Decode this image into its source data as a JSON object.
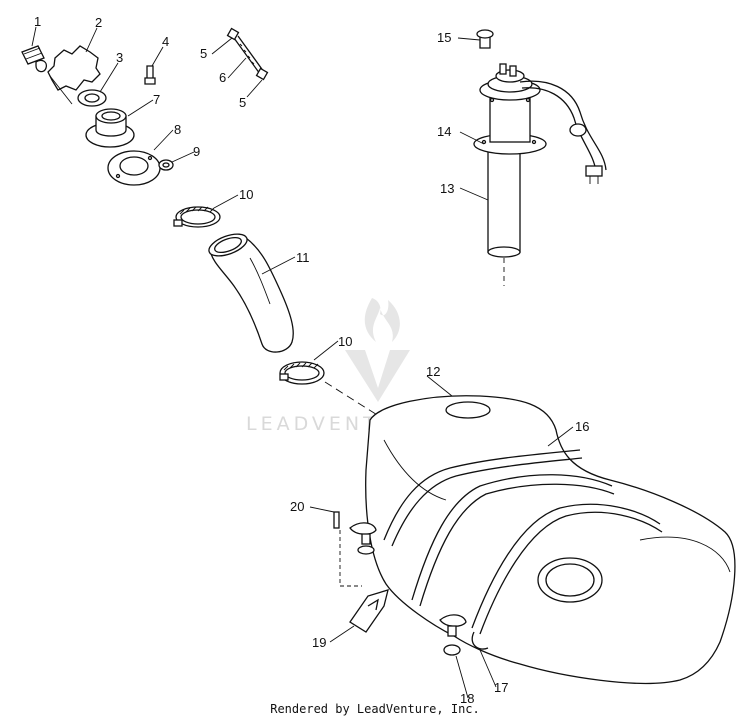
{
  "callouts": [
    "1",
    "2",
    "3",
    "4",
    "5",
    "6",
    "5",
    "7",
    "8",
    "9",
    "10",
    "11",
    "10",
    "12",
    "13",
    "14",
    "15",
    "16",
    "17",
    "18",
    "19",
    "20"
  ],
  "watermark": {
    "brand": "LEADVENTURE"
  },
  "footer": {
    "credit": "Rendered by LeadVenture, Inc."
  }
}
